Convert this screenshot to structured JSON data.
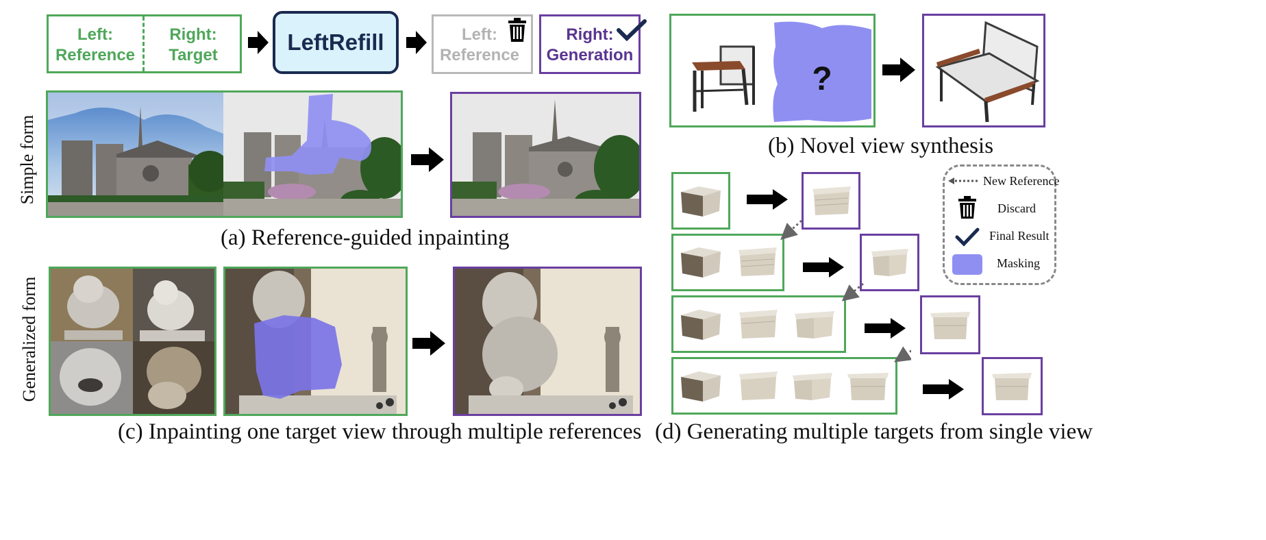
{
  "top_row": {
    "left_label": "Left:\nReference",
    "right_label": "Right:\nTarget",
    "model_label": "LeftRefill",
    "out_left_label": "Left:\nReference",
    "out_right_label": "Right:\nGeneration"
  },
  "panel_a": {
    "row_label": "Simple form",
    "caption": "(a) Reference-guided inpainting"
  },
  "panel_b": {
    "question_mark": "?",
    "caption": "(b) Novel view synthesis"
  },
  "panel_c": {
    "row_label": "Generalized form",
    "caption": "(c) Inpainting one target view through multiple references"
  },
  "panel_d": {
    "caption": "(d) Generating multiple targets from single view",
    "legend": {
      "new_reference": "New Reference",
      "discard": "Discard",
      "final_result": "Final Result",
      "masking": "Masking"
    }
  },
  "colors": {
    "reference_green": "#4fa75a",
    "generation_purple": "#6a3fa0",
    "mask_blue": "#8f8ff2",
    "model_fill": "#d9f2fb",
    "model_border": "#1a2a50"
  }
}
